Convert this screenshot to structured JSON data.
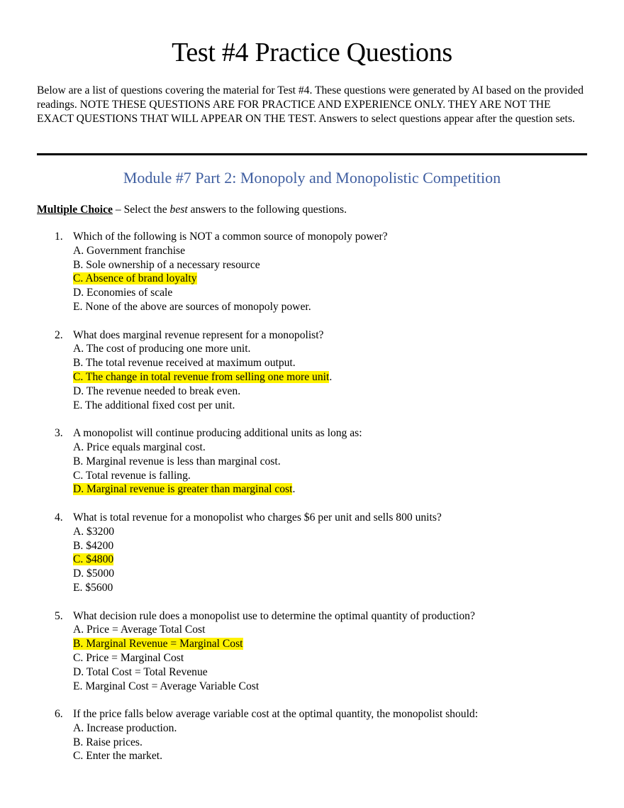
{
  "document": {
    "title": "Test #4 Practice Questions",
    "intro": "Below are a list of questions covering the material for Test #4. These questions were generated by AI based on the provided readings. NOTE THESE QUESTIONS ARE FOR PRACTICE AND EXPERIENCE ONLY. THEY ARE NOT THE EXACT QUESTIONS THAT WILL APPEAR ON THE TEST. Answers to select questions appear after the question sets.",
    "section_heading": "Module #7 Part 2: Monopoly and Monopolistic Competition",
    "section_heading_color": "#3f5ea0",
    "highlight_color": "#fff200",
    "instructions": {
      "label": "Multiple Choice",
      "text_before": " – Select the ",
      "emphasis": "best",
      "text_after": " answers to the following questions."
    }
  },
  "questions": [
    {
      "number": "1.",
      "text": "Which of the following is NOT a common source of monopoly power?",
      "options": [
        {
          "text": "A. Government franchise",
          "suffix": "",
          "highlighted": false
        },
        {
          "text": "B. Sole ownership of a necessary resource",
          "suffix": "",
          "highlighted": false
        },
        {
          "text": "C. Absence of brand loyalty",
          "suffix": "",
          "highlighted": true
        },
        {
          "text": "D. Economies of scale",
          "suffix": "",
          "highlighted": false
        },
        {
          "text": "E. None of the above are sources of monopoly power.",
          "suffix": "",
          "highlighted": false
        }
      ]
    },
    {
      "number": "2.",
      "text": "What does marginal revenue represent for a monopolist?",
      "options": [
        {
          "text": "A. The cost of producing one more unit.",
          "suffix": "",
          "highlighted": false
        },
        {
          "text": "B. The total revenue received at maximum output.",
          "suffix": "",
          "highlighted": false
        },
        {
          "text": "C. The change in total revenue from selling one more unit",
          "suffix": ".",
          "highlighted": true
        },
        {
          "text": "D. The revenue needed to break even.",
          "suffix": "",
          "highlighted": false
        },
        {
          "text": "E. The additional fixed cost per unit.",
          "suffix": "",
          "highlighted": false
        }
      ]
    },
    {
      "number": "3.",
      "text": "A monopolist will continue producing additional units as long as:",
      "options": [
        {
          "text": "A. Price equals marginal cost.",
          "suffix": "",
          "highlighted": false
        },
        {
          "text": "B. Marginal revenue is less than marginal cost.",
          "suffix": "",
          "highlighted": false
        },
        {
          "text": "C. Total revenue is falling.",
          "suffix": "",
          "highlighted": false
        },
        {
          "text": "D. Marginal revenue is greater than marginal cost",
          "suffix": ".",
          "highlighted": true
        }
      ]
    },
    {
      "number": "4.",
      "text": "What is total revenue for a monopolist who charges $6 per unit and sells 800 units?",
      "options": [
        {
          "text": "A. $3200",
          "suffix": "",
          "highlighted": false
        },
        {
          "text": "B. $4200",
          "suffix": "",
          "highlighted": false
        },
        {
          "text": "C. $4800",
          "suffix": "",
          "highlighted": true
        },
        {
          "text": "D. $5000",
          "suffix": "",
          "highlighted": false
        },
        {
          "text": "E. $5600",
          "suffix": "",
          "highlighted": false
        }
      ]
    },
    {
      "number": "5.",
      "text": "What decision rule does a monopolist use to determine the optimal quantity of production?",
      "options": [
        {
          "text": "A. Price = Average Total Cost",
          "suffix": "",
          "highlighted": false
        },
        {
          "text": "B. Marginal Revenue = Marginal Cost",
          "suffix": "",
          "highlighted": true
        },
        {
          "text": "C. Price = Marginal Cost",
          "suffix": "",
          "highlighted": false
        },
        {
          "text": "D. Total Cost = Total Revenue",
          "suffix": "",
          "highlighted": false
        },
        {
          "text": "E. Marginal Cost = Average Variable Cost",
          "suffix": "",
          "highlighted": false
        }
      ]
    },
    {
      "number": "6.",
      "text": "If the price falls below average variable cost at the optimal quantity, the monopolist should:",
      "options": [
        {
          "text": "A. Increase production.",
          "suffix": "",
          "highlighted": false
        },
        {
          "text": "B. Raise prices.",
          "suffix": "",
          "highlighted": false
        },
        {
          "text": "C. Enter the market.",
          "suffix": "",
          "highlighted": false
        }
      ]
    }
  ]
}
